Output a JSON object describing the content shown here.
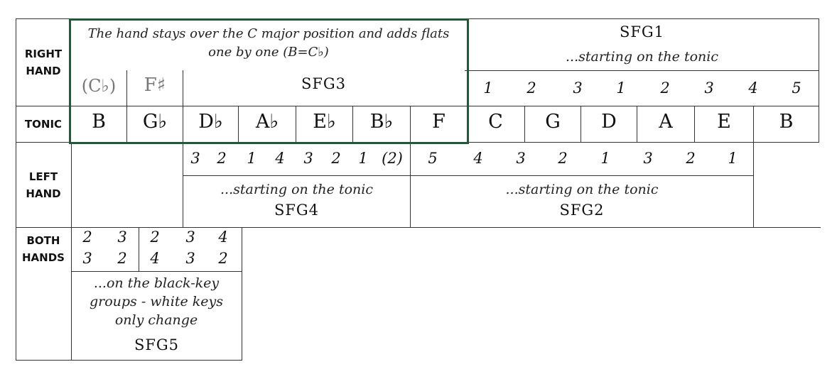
{
  "right_hand": {
    "label": "RIGHT\nHAND",
    "note": "The hand stays over the C major position and adds flats one by one (B=C♭)",
    "sfg3_title": "SFG3",
    "cb_label": "(C♭)",
    "fsharp_label": "F♯",
    "sfg1_title": "SFG1",
    "sfg1_desc": "...starting on the tonic",
    "fingering": [
      "1",
      "2",
      "3",
      "1",
      "2",
      "3",
      "4",
      "5"
    ]
  },
  "tonic": {
    "label": "TONIC",
    "notes": [
      "B",
      "G♭",
      "D♭",
      "A♭",
      "E♭",
      "B♭",
      "F",
      "C",
      "G",
      "D",
      "A",
      "E",
      "B"
    ]
  },
  "left_hand": {
    "label": "LEFT\nHAND",
    "sfg4_fingering": [
      "3",
      "2",
      "1",
      "4",
      "3",
      "2",
      "1",
      "(2)"
    ],
    "sfg4_desc": "...starting on the tonic",
    "sfg4_title": "SFG4",
    "sfg2_fingering": [
      "5",
      "4",
      "3",
      "2",
      "1",
      "3",
      "2",
      "1"
    ],
    "sfg2_desc": "...starting on the tonic",
    "sfg2_title": "SFG2"
  },
  "both_hands": {
    "label": "BOTH\nHANDS",
    "top_row": [
      "2",
      "3",
      "2",
      "3",
      "4"
    ],
    "bottom_row": [
      "3",
      "2",
      "4",
      "3",
      "2"
    ],
    "sfg5_desc": "...on the black-key groups - white keys only change",
    "sfg5_title": "SFG5"
  },
  "colors": {
    "highlight_border": "#1d5a35",
    "grid_line": "#333333",
    "muted_note": "#777777"
  }
}
